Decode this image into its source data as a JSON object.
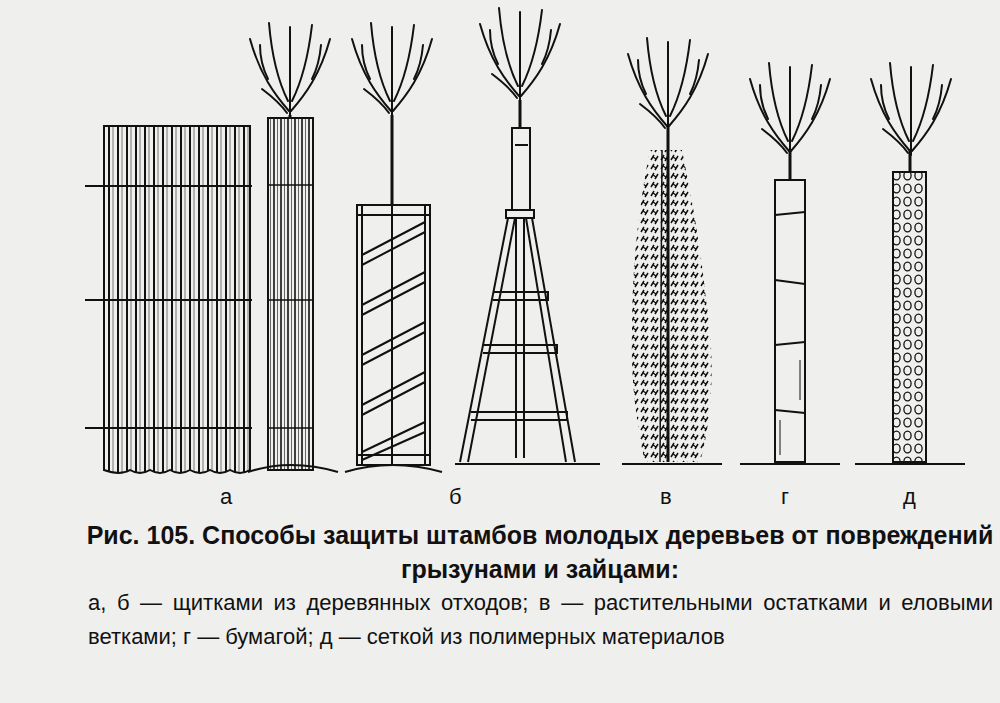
{
  "diagram": {
    "caption": "Рис. 105. Способы защиты штамбов молодых деревьев от повреждений грызунами и зайцами:",
    "labels": [
      "а",
      "б",
      "в",
      "г",
      "д",
      "а, б — щитками из деревянных отходов; в — растительными остатками и еловыми ветками; г — бумагой; д — сеткой из полимерных материалов"
    ]
  }
}
